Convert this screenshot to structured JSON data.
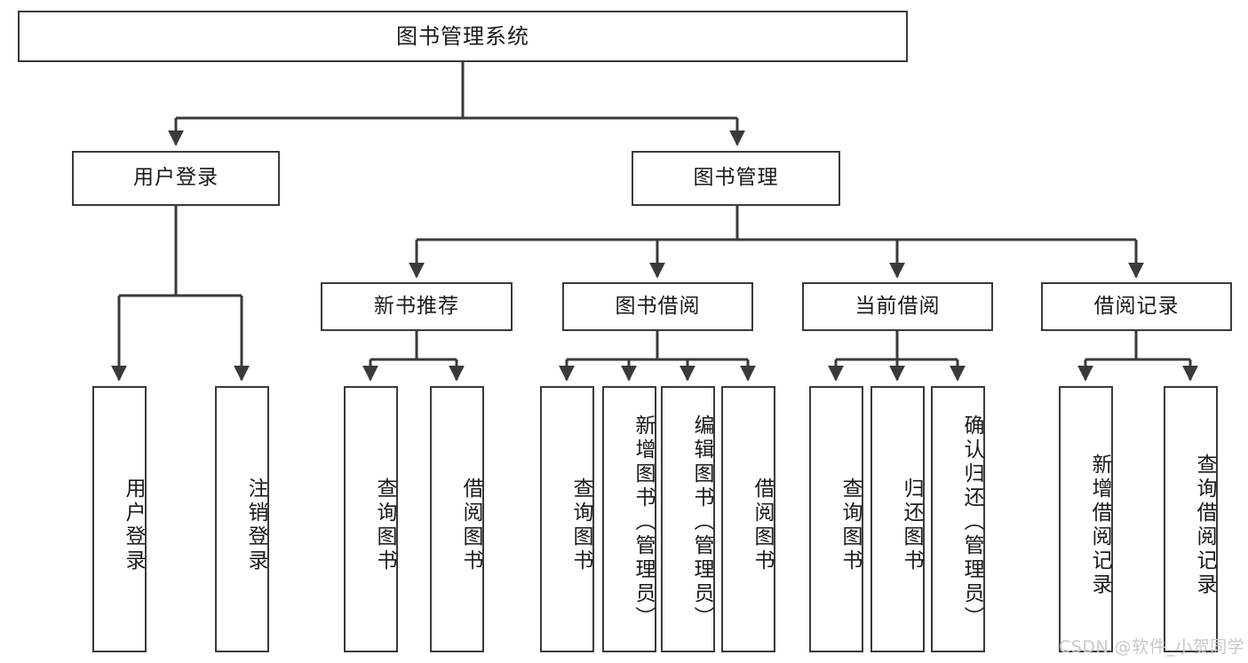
{
  "diagram": {
    "title": "图书管理系统",
    "type": "tree-hierarchy-chart",
    "line_color": "#3a3a3a",
    "box_fill": "#ffffff",
    "text_color": "#1a1a1a",
    "watermark": "CSDN @软件_小贺同学"
  },
  "nodes": {
    "root": {
      "label": "图书管理系统"
    },
    "level2": [
      {
        "label": "用户登录"
      },
      {
        "label": "图书管理"
      }
    ],
    "level3": [
      {
        "label": "新书推荐"
      },
      {
        "label": "图书借阅"
      },
      {
        "label": "当前借阅"
      },
      {
        "label": "借阅记录"
      }
    ],
    "leaves_user_login": [
      {
        "label": "用户登录"
      },
      {
        "label": "注销登录"
      }
    ],
    "leaves_new_book": [
      {
        "label": "查询图书"
      },
      {
        "label": "借阅图书"
      }
    ],
    "leaves_borrow": [
      {
        "label": "查询图书"
      },
      {
        "label": "新增图书（管理员）"
      },
      {
        "label": "编辑图书（管理员）"
      },
      {
        "label": "借阅图书"
      }
    ],
    "leaves_current": [
      {
        "label": "查询图书"
      },
      {
        "label": "归还图书"
      },
      {
        "label": "确认归还（管理员）"
      }
    ],
    "leaves_records": [
      {
        "label": "新增借阅记录"
      },
      {
        "label": "查询借阅记录"
      }
    ]
  }
}
